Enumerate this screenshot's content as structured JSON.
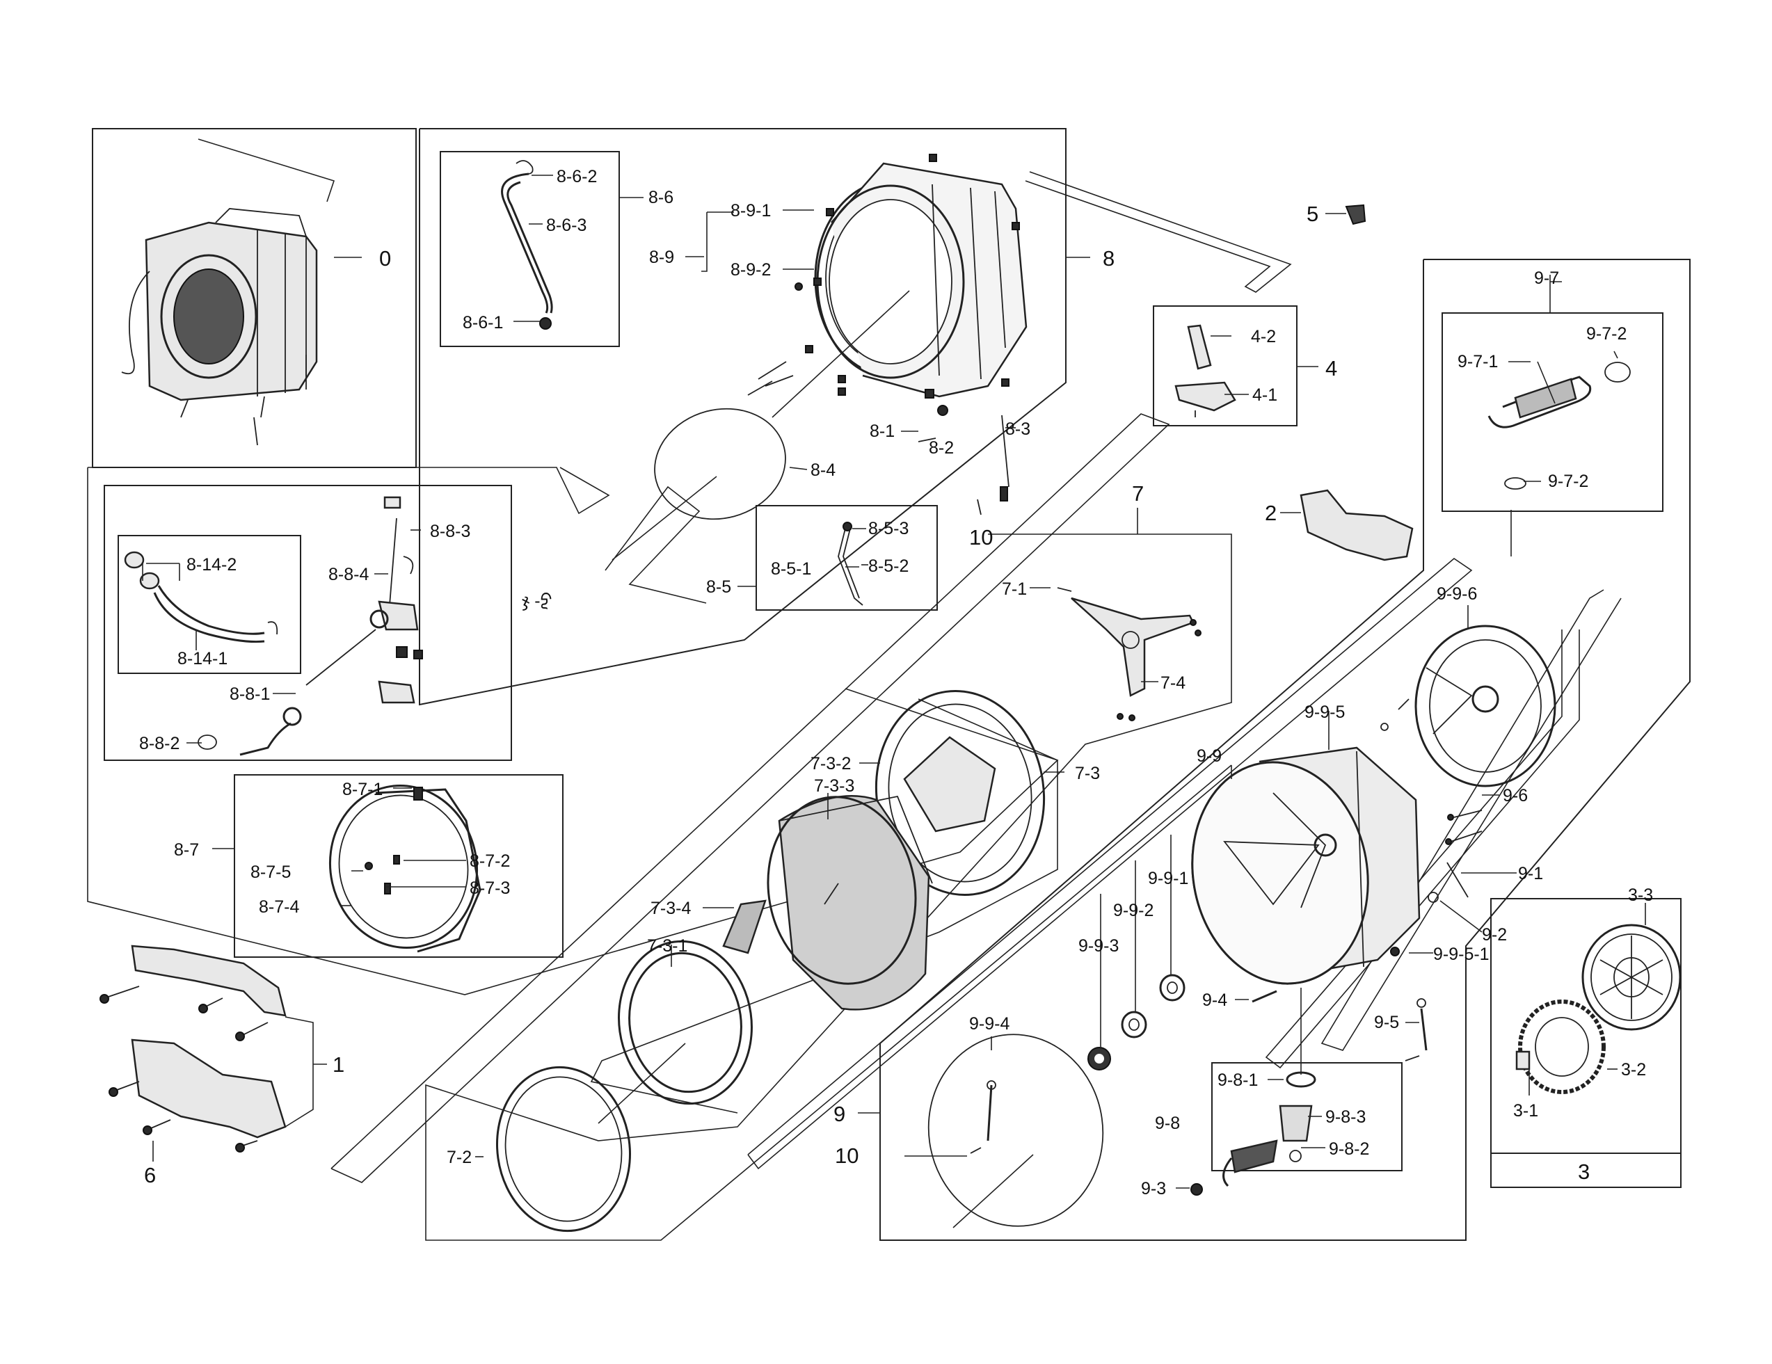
{
  "diagram": {
    "labels": {
      "p0": "0",
      "p1": "1",
      "p2": "2",
      "p3": "3",
      "p3_1": "3-1",
      "p3_2": "3-2",
      "p3_3": "3-3",
      "p4": "4",
      "p4_1": "4-1",
      "p4_2": "4-2",
      "p5": "5",
      "p6": "6",
      "p7": "7",
      "p7_1": "7-1",
      "p7_2": "7-2",
      "p7_3": "7-3",
      "p7_3_1": "7-3-1",
      "p7_3_2": "7-3-2",
      "p7_3_3": "7-3-3",
      "p7_3_4": "7-3-4",
      "p7_4": "7-4",
      "p8": "8",
      "p8_1": "8-1",
      "p8_2": "8-2",
      "p8_3": "8-3",
      "p8_4": "8-4",
      "p8_5": "8-5",
      "p8_5_1": "8-5-1",
      "p8_5_2": "8-5-2",
      "p8_5_3": "8-5-3",
      "p8_6": "8-6",
      "p8_6_1": "8-6-1",
      "p8_6_2": "8-6-2",
      "p8_6_3": "8-6-3",
      "p8_7": "8-7",
      "p8_7_1": "8-7-1",
      "p8_7_2": "8-7-2",
      "p8_7_3": "8-7-3",
      "p8_7_4": "8-7-4",
      "p8_7_5": "8-7-5",
      "p8_8_1": "8-8-1",
      "p8_8_2": "8-8-2",
      "p8_8_3": "8-8-3",
      "p8_8_4": "8-8-4",
      "p8_9": "8-9",
      "p8_9_1": "8-9-1",
      "p8_9_2": "8-9-2",
      "p8_14_1": "8-14-1",
      "p8_14_2": "8-14-2",
      "p9": "9",
      "p9_1": "9-1",
      "p9_2": "9-2",
      "p9_3": "9-3",
      "p9_4": "9-4",
      "p9_5": "9-5",
      "p9_6": "9-6",
      "p9_7": "9-7",
      "p9_7_1": "9-7-1",
      "p9_7_2a": "9-7-2",
      "p9_7_2b": "9-7-2",
      "p9_8": "9-8",
      "p9_8_1": "9-8-1",
      "p9_8_2": "9-8-2",
      "p9_8_3": "9-8-3",
      "p9_9": "9-9",
      "p9_9_1": "9-9-1",
      "p9_9_2": "9-9-2",
      "p9_9_3": "9-9-3",
      "p9_9_4": "9-9-4",
      "p9_9_5": "9-9-5",
      "p9_9_5_1": "9-9-5-1",
      "p9_9_6": "9-9-6",
      "p10a": "10",
      "p10b": "10"
    }
  }
}
